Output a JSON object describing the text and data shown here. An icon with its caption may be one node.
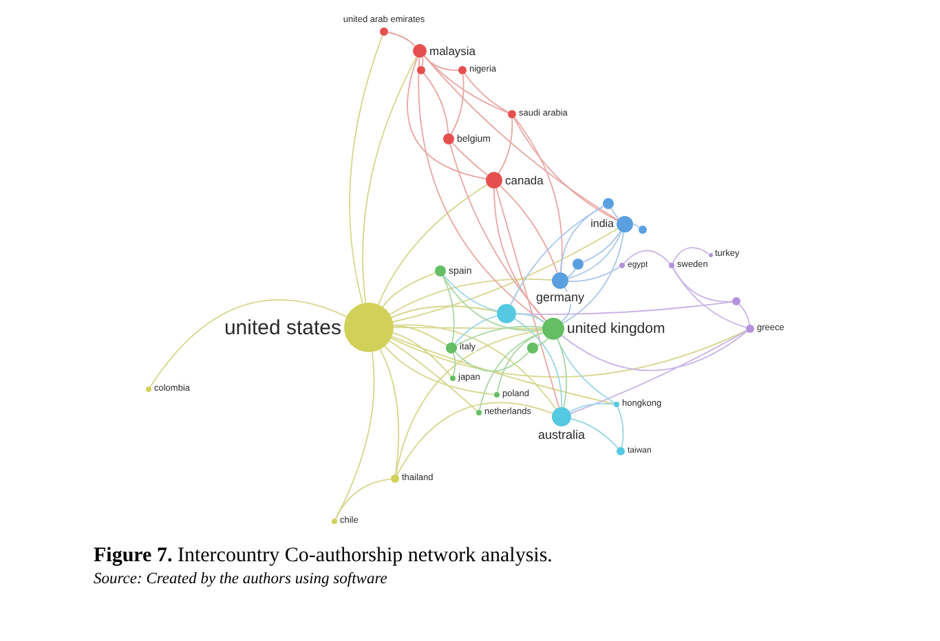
{
  "diagram": {
    "caption": "**Figure 7.** Intercountry Co-authorship network analysis.",
    "nodes": [
      {
        "text": [
          "united arab emirates"
        ]
      },
      {
        "text": [
          "malaysia"
        ]
      },
      {
        "text": [],
        "shape": "circle"
      },
      {
        "text": [
          "nigeria"
        ]
      },
      {
        "text": [
          "saudi arabia"
        ]
      },
      {
        "text": [
          "belgium"
        ]
      },
      {
        "text": [
          "canada"
        ]
      },
      {
        "text": [],
        "shape": "circle"
      },
      {
        "text": [
          "india"
        ]
      },
      {
        "text": [],
        "shape": "circle"
      },
      {
        "text": [
          "turkey"
        ]
      },
      {
        "text": [],
        "shape": "circle"
      },
      {
        "text": [
          "egypt"
        ]
      },
      {
        "text": [
          "sweden"
        ]
      },
      {
        "text": [
          "spain"
        ]
      },
      {
        "text": [
          "germany"
        ]
      },
      {
        "text": [],
        "shape": "circle"
      },
      {
        "text": [],
        "shape": "circle"
      },
      {
        "text": [
          "greece"
        ]
      },
      {
        "text": [
          "united states"
        ]
      },
      {
        "text": [
          "united kingdom"
        ]
      },
      {
        "text": [],
        "shape": "circle"
      },
      {
        "text": [
          "italy"
        ]
      },
      {
        "text": [
          "japan"
        ]
      },
      {
        "text": [
          "colombia"
        ]
      },
      {
        "text": [
          "poland"
        ]
      },
      {
        "text": [
          "hongkong"
        ]
      },
      {
        "text": [
          "netherlands"
        ]
      },
      {
        "text": [
          "australia"
        ]
      },
      {
        "text": [
          "taiwan"
        ]
      },
      {
        "text": [
          "thailand"
        ]
      },
      {
        "text": [
          "chile"
        ]
      }
    ],
    "edges": [
      {
        "from": 19,
        "to": 14,
        "arrow": "none"
      },
      {
        "from": 19,
        "to": 22,
        "arrow": "none"
      },
      {
        "from": 19,
        "to": 23,
        "arrow": "none"
      },
      {
        "from": 19,
        "to": 25,
        "arrow": "none"
      },
      {
        "from": 19,
        "to": 27,
        "arrow": "none"
      },
      {
        "from": 19,
        "to": 20,
        "arrow": "none"
      },
      {
        "from": 19,
        "to": 17,
        "arrow": "none"
      },
      {
        "from": 19,
        "to": 15,
        "arrow": "none"
      },
      {
        "from": 19,
        "to": 6,
        "arrow": "none"
      },
      {
        "from": 19,
        "to": 28,
        "arrow": "none"
      },
      {
        "from": 19,
        "to": 24,
        "arrow": "none"
      },
      {
        "from": 19,
        "to": 30,
        "arrow": "none"
      },
      {
        "from": 19,
        "to": 31,
        "arrow": "none"
      },
      {
        "from": 19,
        "to": 1,
        "arrow": "none"
      },
      {
        "from": 19,
        "to": 0,
        "arrow": "none"
      },
      {
        "from": 19,
        "to": 8,
        "arrow": "none"
      },
      {
        "from": 19,
        "to": 18,
        "arrow": "none"
      },
      {
        "from": 19,
        "to": 26,
        "arrow": "none"
      },
      {
        "from": 30,
        "to": 31,
        "arrow": "none"
      },
      {
        "from": 30,
        "to": 20,
        "arrow": "none"
      },
      {
        "from": 30,
        "to": 28,
        "arrow": "none"
      },
      {
        "from": 1,
        "to": 2,
        "arrow": "none",
        "color": "#e8a6a3"
      },
      {
        "from": 1,
        "to": 3,
        "arrow": "none",
        "color": "#e8a6a3"
      },
      {
        "from": 1,
        "to": 4,
        "arrow": "none",
        "color": "#e8a6a3"
      },
      {
        "from": 1,
        "to": 6,
        "arrow": "none",
        "color": "#e8a6a3"
      },
      {
        "from": 0,
        "to": 1,
        "arrow": "none",
        "color": "#e8a6a3"
      },
      {
        "from": 3,
        "to": 4,
        "arrow": "none",
        "color": "#e8a6a3"
      },
      {
        "from": 3,
        "to": 5,
        "arrow": "none",
        "color": "#e8a6a3"
      },
      {
        "from": 4,
        "to": 6,
        "arrow": "none",
        "color": "#e8a6a3"
      },
      {
        "from": 4,
        "to": 15,
        "arrow": "none",
        "color": "#e8a6a3"
      },
      {
        "from": 5,
        "to": 6,
        "arrow": "none",
        "color": "#e8a6a3"
      },
      {
        "from": 5,
        "to": 20,
        "arrow": "none",
        "color": "#e8a6a3"
      },
      {
        "from": 6,
        "to": 20,
        "arrow": "none",
        "color": "#e8a6a3"
      },
      {
        "from": 6,
        "to": 15,
        "arrow": "none",
        "color": "#e8a6a3"
      },
      {
        "from": 6,
        "to": 28,
        "arrow": "none",
        "color": "#e8a6a3"
      },
      {
        "from": 1,
        "to": 20,
        "arrow": "none",
        "color": "#e8a6a3"
      },
      {
        "from": 2,
        "to": 5,
        "arrow": "none",
        "color": "#e8a6a3"
      },
      {
        "from": 4,
        "to": 8,
        "arrow": "none",
        "color": "#e8a6a3"
      },
      {
        "from": 1,
        "to": 8,
        "arrow": "none",
        "color": "#e8a6a3"
      },
      {
        "from": 8,
        "to": 7,
        "arrow": "none",
        "color": "#a8c6ea"
      },
      {
        "from": 8,
        "to": 9,
        "arrow": "none",
        "color": "#a8c6ea"
      },
      {
        "from": 8,
        "to": 11,
        "arrow": "none",
        "color": "#a8c6ea"
      },
      {
        "from": 8,
        "to": 15,
        "arrow": "none",
        "color": "#a8c6ea"
      },
      {
        "from": 8,
        "to": 20,
        "arrow": "none",
        "color": "#a8c6ea"
      },
      {
        "from": 15,
        "to": 20,
        "arrow": "none",
        "color": "#a8c6ea"
      },
      {
        "from": 11,
        "to": 15,
        "arrow": "none",
        "color": "#a8c6ea"
      },
      {
        "from": 7,
        "to": 17,
        "arrow": "none",
        "color": "#a8c6ea"
      },
      {
        "from": 7,
        "to": 15,
        "arrow": "none",
        "color": "#a8c6ea"
      },
      {
        "from": 12,
        "to": 15,
        "arrow": "none",
        "color": "#a8c6ea"
      },
      {
        "from": 13,
        "to": 10,
        "arrow": "none",
        "color": "#c8b2e6"
      },
      {
        "from": 13,
        "to": 16,
        "arrow": "none",
        "color": "#c8b2e6"
      },
      {
        "from": 13,
        "to": 18,
        "arrow": "none",
        "color": "#c8b2e6"
      },
      {
        "from": 16,
        "to": 18,
        "arrow": "none",
        "color": "#c8b2e6"
      },
      {
        "from": 12,
        "to": 13,
        "arrow": "none",
        "color": "#c8b2e6"
      },
      {
        "from": 18,
        "to": 20,
        "arrow": "none",
        "color": "#c8b2e6"
      },
      {
        "from": 18,
        "to": 28,
        "arrow": "none",
        "color": "#c8b2e6"
      },
      {
        "from": 16,
        "to": 17,
        "arrow": "none",
        "color": "#c8b2e6"
      },
      {
        "from": 17,
        "to": 20,
        "arrow": "none",
        "color": "#9ad6e4"
      },
      {
        "from": 17,
        "to": 28,
        "arrow": "none",
        "color": "#9ad6e4"
      },
      {
        "from": 28,
        "to": 26,
        "arrow": "none",
        "color": "#9ad6e4"
      },
      {
        "from": 26,
        "to": 29,
        "arrow": "none",
        "color": "#9ad6e4"
      },
      {
        "from": 28,
        "to": 29,
        "arrow": "none",
        "color": "#9ad6e4"
      },
      {
        "from": 17,
        "to": 14,
        "arrow": "none",
        "color": "#9ad6e4"
      },
      {
        "from": 17,
        "to": 22,
        "arrow": "none",
        "color": "#9ad6e4"
      },
      {
        "from": 26,
        "to": 20,
        "arrow": "none",
        "color": "#9ad6e4"
      },
      {
        "from": 20,
        "to": 14,
        "arrow": "none",
        "color": "#a9d7a2"
      },
      {
        "from": 20,
        "to": 22,
        "arrow": "none",
        "color": "#a9d7a2"
      },
      {
        "from": 20,
        "to": 21,
        "arrow": "none",
        "color": "#a9d7a2"
      },
      {
        "from": 20,
        "to": 25,
        "arrow": "none",
        "color": "#a9d7a2"
      },
      {
        "from": 20,
        "to": 27,
        "arrow": "none",
        "color": "#a9d7a2"
      },
      {
        "from": 20,
        "to": 28,
        "arrow": "none",
        "color": "#a9d7a2"
      },
      {
        "from": 14,
        "to": 22,
        "arrow": "none",
        "color": "#a9d7a2"
      },
      {
        "from": 22,
        "to": 23,
        "arrow": "none",
        "color": "#a9d7a2"
      },
      {
        "from": 21,
        "to": 22,
        "arrow": "none",
        "color": "#a9d7a2"
      }
    ],
    "labels": [
      "Source: Created by the authors using software"
    ]
  }
}
